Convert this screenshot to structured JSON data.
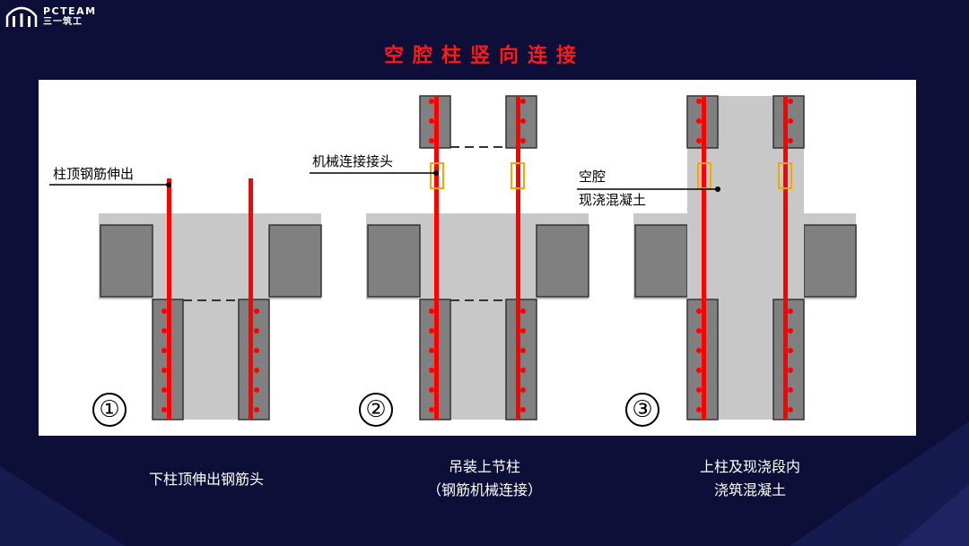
{
  "header": {
    "logo_brand": "PCTEAM",
    "logo_sub": "三一筑工",
    "title": "空腔柱竖向连接"
  },
  "steps": [
    {
      "number": "①",
      "callouts": [
        "柱顶钢筋伸出"
      ],
      "caption_lines": [
        "下柱顶伸出钢筋头"
      ]
    },
    {
      "number": "②",
      "callouts": [
        "机械连接接头"
      ],
      "caption_lines": [
        "吊装上节柱",
        "（钢筋机械连接）"
      ]
    },
    {
      "number": "③",
      "callouts": [
        "空腔",
        "现浇混凝土"
      ],
      "caption_lines": [
        "上柱及现浇段内",
        "浇筑混凝土"
      ]
    }
  ],
  "colors": {
    "background": "#0d0f38",
    "title": "#ff1a1a",
    "rebar": "#ff0000",
    "precast": "#808080",
    "cast_in_place": "#c8c8c8",
    "coupler": "#f5a800",
    "caption": "#ffffff"
  }
}
